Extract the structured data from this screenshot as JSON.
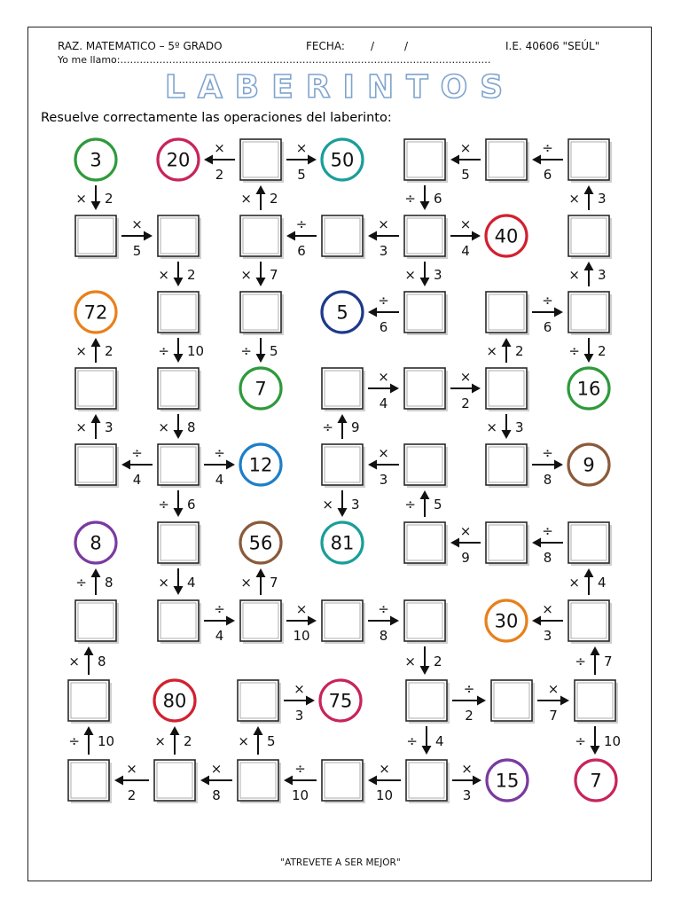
{
  "header": {
    "course": "RAZ. MATEMATICO – 5º GRADO",
    "date_label": "FECHA:",
    "date_sep": "/",
    "school": "I.E. 40606 \"SEÚL\"",
    "name_prompt": "Yo me llamo:",
    "name_blank": "……………………………………………………………………………………………………"
  },
  "title": "LABERINTOS",
  "instructions": "Resuelve correctamente las operaciones del laberinto:",
  "footer": "\"ATREVETE A SER MEJOR\"",
  "colors": {
    "maroon": "#c8245c",
    "teal": "#1a9e9a",
    "green": "#2e9a3c",
    "red": "#d2202f",
    "orange": "#e8801c",
    "navy": "#1e3a8a",
    "blue": "#1e7ec8",
    "brown": "#8a5a3a",
    "purple": "#7a3aa0",
    "title_outline": "#7fa4cf"
  },
  "maze": {
    "nodes": [
      {
        "id": "n3",
        "cell": [
          0,
          0
        ],
        "type": "circle",
        "value": "3",
        "color": "green"
      },
      {
        "id": "n20",
        "cell": [
          0,
          1
        ],
        "type": "circle",
        "value": "20",
        "color": "maroon"
      },
      {
        "id": "b0_2",
        "cell": [
          0,
          2
        ],
        "type": "box"
      },
      {
        "id": "n50",
        "cell": [
          0,
          3
        ],
        "type": "circle",
        "value": "50",
        "color": "teal"
      },
      {
        "id": "b0_5",
        "cell": [
          0,
          5
        ],
        "type": "box"
      },
      {
        "id": "b0_6",
        "cell": [
          0,
          6
        ],
        "type": "box"
      },
      {
        "id": "b0_7",
        "cell": [
          0,
          7
        ],
        "type": "box"
      },
      {
        "id": "b1_0",
        "cell": [
          1,
          0
        ],
        "type": "box"
      },
      {
        "id": "b1_1",
        "cell": [
          1,
          1
        ],
        "type": "box"
      },
      {
        "id": "b1_2",
        "cell": [
          1,
          2
        ],
        "type": "box"
      },
      {
        "id": "b1_3",
        "cell": [
          1,
          3
        ],
        "type": "box"
      },
      {
        "id": "b1_4",
        "cell": [
          1,
          4
        ],
        "type": "box"
      },
      {
        "id": "n40",
        "cell": [
          1,
          5
        ],
        "type": "circle",
        "value": "40",
        "color": "red"
      },
      {
        "id": "b1_7",
        "cell": [
          1,
          7
        ],
        "type": "box"
      },
      {
        "id": "n72",
        "cell": [
          2,
          0
        ],
        "type": "circle",
        "value": "72",
        "color": "orange"
      },
      {
        "id": "b2_1",
        "cell": [
          2,
          1
        ],
        "type": "box"
      },
      {
        "id": "b2_2",
        "cell": [
          2,
          2
        ],
        "type": "box"
      },
      {
        "id": "n5",
        "cell": [
          2,
          3
        ],
        "type": "circle",
        "value": "5",
        "color": "navy"
      },
      {
        "id": "b2_4",
        "cell": [
          2,
          4
        ],
        "type": "box"
      },
      {
        "id": "b2_6",
        "cell": [
          2,
          6
        ],
        "type": "box"
      },
      {
        "id": "b2_7",
        "cell": [
          2,
          7
        ],
        "type": "box"
      },
      {
        "id": "b3_0",
        "cell": [
          3,
          0
        ],
        "type": "box"
      },
      {
        "id": "b3_1",
        "cell": [
          3,
          1
        ],
        "type": "box"
      },
      {
        "id": "n7a",
        "cell": [
          3,
          2
        ],
        "type": "circle",
        "value": "7",
        "color": "green"
      },
      {
        "id": "b3_3",
        "cell": [
          3,
          3
        ],
        "type": "box"
      },
      {
        "id": "b3_4",
        "cell": [
          3,
          4
        ],
        "type": "box"
      },
      {
        "id": "b3_5",
        "cell": [
          3,
          5
        ],
        "type": "box"
      },
      {
        "id": "n16",
        "cell": [
          3,
          7
        ],
        "type": "circle",
        "value": "16",
        "color": "green"
      },
      {
        "id": "b4_0",
        "cell": [
          4,
          0
        ],
        "type": "box"
      },
      {
        "id": "b4_1",
        "cell": [
          4,
          1
        ],
        "type": "box"
      },
      {
        "id": "n12",
        "cell": [
          4,
          2
        ],
        "type": "circle",
        "value": "12",
        "color": "blue"
      },
      {
        "id": "b4_3",
        "cell": [
          4,
          3
        ],
        "type": "box"
      },
      {
        "id": "b4_4",
        "cell": [
          4,
          4
        ],
        "type": "box"
      },
      {
        "id": "b4_5",
        "cell": [
          4,
          5
        ],
        "type": "box"
      },
      {
        "id": "n9",
        "cell": [
          4,
          6
        ],
        "type": "circle",
        "value": "9",
        "color": "brown"
      },
      {
        "id": "n8",
        "cell": [
          5,
          0
        ],
        "type": "circle",
        "value": "8",
        "color": "purple"
      },
      {
        "id": "b5_1",
        "cell": [
          5,
          1
        ],
        "type": "box"
      },
      {
        "id": "n56",
        "cell": [
          5,
          2
        ],
        "type": "circle",
        "value": "56",
        "color": "brown"
      },
      {
        "id": "n81",
        "cell": [
          5,
          3
        ],
        "type": "circle",
        "value": "81",
        "color": "teal"
      },
      {
        "id": "b5_4",
        "cell": [
          5,
          4
        ],
        "type": "box"
      },
      {
        "id": "b5_5",
        "cell": [
          5,
          5
        ],
        "type": "box"
      },
      {
        "id": "b5_6",
        "cell": [
          5,
          6
        ],
        "type": "box"
      },
      {
        "id": "b6_0",
        "cell": [
          6,
          0
        ],
        "type": "box"
      },
      {
        "id": "b6_1",
        "cell": [
          6,
          1
        ],
        "type": "box"
      },
      {
        "id": "b6_2",
        "cell": [
          6,
          2
        ],
        "type": "box"
      },
      {
        "id": "b6_3",
        "cell": [
          6,
          3
        ],
        "type": "box"
      },
      {
        "id": "b6_4",
        "cell": [
          6,
          4
        ],
        "type": "box"
      },
      {
        "id": "n30",
        "cell": [
          6,
          5
        ],
        "type": "circle",
        "value": "30",
        "color": "orange"
      },
      {
        "id": "b6_6",
        "cell": [
          6,
          6
        ],
        "type": "box"
      },
      {
        "id": "b7_0",
        "cell": [
          7,
          0
        ],
        "type": "box"
      },
      {
        "id": "n80",
        "cell": [
          7,
          1
        ],
        "type": "circle",
        "value": "80",
        "color": "red"
      },
      {
        "id": "b7_2",
        "cell": [
          7,
          2
        ],
        "type": "box"
      },
      {
        "id": "n75",
        "cell": [
          7,
          3
        ],
        "type": "circle",
        "value": "75",
        "color": "maroon"
      },
      {
        "id": "b7_4",
        "cell": [
          7,
          4
        ],
        "type": "box"
      },
      {
        "id": "b7_5",
        "cell": [
          7,
          5
        ],
        "type": "box"
      },
      {
        "id": "b7_6",
        "cell": [
          7,
          6
        ],
        "type": "box"
      },
      {
        "id": "b8_0",
        "cell": [
          8,
          0
        ],
        "type": "box"
      },
      {
        "id": "b8_1",
        "cell": [
          8,
          1
        ],
        "type": "box"
      },
      {
        "id": "b8_2",
        "cell": [
          8,
          2
        ],
        "type": "box"
      },
      {
        "id": "b8_3",
        "cell": [
          8,
          3
        ],
        "type": "box"
      },
      {
        "id": "b8_4",
        "cell": [
          8,
          4
        ],
        "type": "box"
      },
      {
        "id": "n15",
        "cell": [
          8,
          5
        ],
        "type": "circle",
        "value": "15",
        "color": "purple"
      },
      {
        "id": "n7b",
        "cell": [
          8,
          6
        ],
        "type": "circle",
        "value": "7",
        "color": "maroon"
      }
    ],
    "arrows": [
      {
        "from": "b0_2",
        "to": "n20",
        "op": "×",
        "num": "2"
      },
      {
        "from": "b0_2",
        "to": "n50",
        "op": "×",
        "num": "5"
      },
      {
        "from": "b0_6",
        "to": "b0_5",
        "op": "×",
        "num": "5"
      },
      {
        "from": "b0_7",
        "to": "b0_6",
        "op": "÷",
        "num": "6"
      },
      {
        "from": "n3",
        "to": "b1_0",
        "op": "×",
        "num": "2"
      },
      {
        "from": "b1_2",
        "to": "b0_2",
        "op": "×",
        "num": "2"
      },
      {
        "from": "b0_5",
        "to": "b1_4",
        "op": "÷",
        "num": "6"
      },
      {
        "from": "b1_7",
        "to": "b0_7",
        "op": "×",
        "num": "3"
      },
      {
        "from": "b1_0",
        "to": "b1_1",
        "op": "×",
        "num": "5"
      },
      {
        "from": "b1_3",
        "to": "b1_2",
        "op": "÷",
        "num": "6"
      },
      {
        "from": "b1_4",
        "to": "b1_3",
        "op": "×",
        "num": "3"
      },
      {
        "from": "b1_4",
        "to": "n40",
        "op": "×",
        "num": "4"
      },
      {
        "from": "b1_1",
        "to": "b2_1",
        "op": "×",
        "num": "2"
      },
      {
        "from": "b1_2",
        "to": "b2_2",
        "op": "×",
        "num": "7"
      },
      {
        "from": "b1_4",
        "to": "b2_4",
        "op": "×",
        "num": "3"
      },
      {
        "from": "b2_7",
        "to": "b1_7",
        "op": "×",
        "num": "3"
      },
      {
        "from": "b2_4",
        "to": "n5",
        "op": "÷",
        "num": "6"
      },
      {
        "from": "b2_6",
        "to": "b2_7",
        "op": "÷",
        "num": "6"
      },
      {
        "from": "b3_0",
        "to": "n72",
        "op": "×",
        "num": "2"
      },
      {
        "from": "b2_1",
        "to": "b3_1",
        "op": "÷",
        "num": "10"
      },
      {
        "from": "b2_2",
        "to": "n7a",
        "op": "÷",
        "num": "5"
      },
      {
        "from": "b3_5",
        "to": "b2_6",
        "op": "×",
        "num": "2"
      },
      {
        "from": "b2_7",
        "to": "n16",
        "op": "÷",
        "num": "2"
      },
      {
        "from": "b3_3",
        "to": "b3_4",
        "op": "×",
        "num": "4"
      },
      {
        "from": "b3_4",
        "to": "b3_5",
        "op": "×",
        "num": "2"
      },
      {
        "from": "b4_0",
        "to": "b3_0",
        "op": "×",
        "num": "3"
      },
      {
        "from": "b3_1",
        "to": "b4_1",
        "op": "×",
        "num": "8"
      },
      {
        "from": "b4_3",
        "to": "b3_3",
        "op": "÷",
        "num": "9"
      },
      {
        "from": "b3_5",
        "to": "b4_5",
        "op": "×",
        "num": "3"
      },
      {
        "from": "b4_1",
        "to": "b4_0",
        "op": "÷",
        "num": "4"
      },
      {
        "from": "b4_1",
        "to": "n12",
        "op": "÷",
        "num": "4"
      },
      {
        "from": "b4_4",
        "to": "b4_3",
        "op": "×",
        "num": "3"
      },
      {
        "from": "b4_5",
        "to": "n9",
        "op": "÷",
        "num": "8"
      },
      {
        "from": "b4_1",
        "to": "b5_1",
        "op": "÷",
        "num": "6"
      },
      {
        "from": "b4_3",
        "to": "n81",
        "op": "×",
        "num": "3"
      },
      {
        "from": "b5_4",
        "to": "b4_4",
        "op": "÷",
        "num": "5"
      },
      {
        "from": "b5_5",
        "to": "b5_4",
        "op": "×",
        "num": "9"
      },
      {
        "from": "b5_6",
        "to": "b5_5",
        "op": "÷",
        "num": "8"
      },
      {
        "from": "b6_0",
        "to": "n8",
        "op": "÷",
        "num": "8"
      },
      {
        "from": "b5_1",
        "to": "b6_1",
        "op": "×",
        "num": "4"
      },
      {
        "from": "b6_2",
        "to": "n56",
        "op": "×",
        "num": "7"
      },
      {
        "from": "b6_6",
        "to": "b5_6",
        "op": "×",
        "num": "4"
      },
      {
        "from": "b6_1",
        "to": "b6_2",
        "op": "÷",
        "num": "4"
      },
      {
        "from": "b6_2",
        "to": "b6_3",
        "op": "×",
        "num": "10"
      },
      {
        "from": "b6_3",
        "to": "b6_4",
        "op": "÷",
        "num": "8"
      },
      {
        "from": "b6_6",
        "to": "n30",
        "op": "×",
        "num": "3"
      },
      {
        "from": "b7_0",
        "to": "b6_0",
        "op": "×",
        "num": "8"
      },
      {
        "from": "b6_4",
        "to": "b7_4",
        "op": "×",
        "num": "2"
      },
      {
        "from": "b7_6",
        "to": "b6_6",
        "op": "÷",
        "num": "7"
      },
      {
        "from": "b7_2",
        "to": "n75",
        "op": "×",
        "num": "3"
      },
      {
        "from": "b7_4",
        "to": "b7_5",
        "op": "÷",
        "num": "2"
      },
      {
        "from": "b7_5",
        "to": "b7_6",
        "op": "×",
        "num": "7"
      },
      {
        "from": "b8_0",
        "to": "b7_0",
        "op": "÷",
        "num": "10"
      },
      {
        "from": "b8_1",
        "to": "n80",
        "op": "×",
        "num": "2"
      },
      {
        "from": "b8_2",
        "to": "b7_2",
        "op": "×",
        "num": "5"
      },
      {
        "from": "b7_4",
        "to": "b8_4",
        "op": "÷",
        "num": "4"
      },
      {
        "from": "b7_6",
        "to": "n7b",
        "op": "÷",
        "num": "10"
      },
      {
        "from": "b8_1",
        "to": "b8_0",
        "op": "×",
        "num": "2"
      },
      {
        "from": "b8_2",
        "to": "b8_1",
        "op": "×",
        "num": "8"
      },
      {
        "from": "b8_3",
        "to": "b8_2",
        "op": "÷",
        "num": "10"
      },
      {
        "from": "b8_4",
        "to": "b8_3",
        "op": "×",
        "num": "10"
      },
      {
        "from": "b8_4",
        "to": "n15",
        "op": "×",
        "num": "3"
      }
    ]
  }
}
